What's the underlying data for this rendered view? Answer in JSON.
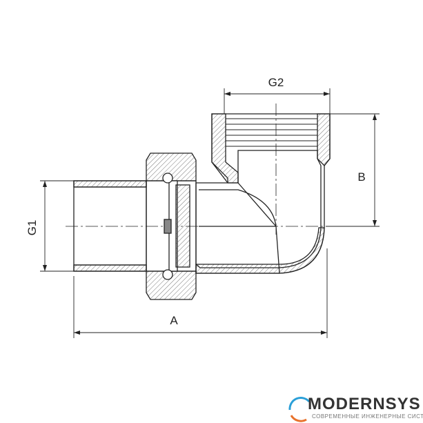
{
  "dimensions": {
    "g1": "G1",
    "g2": "G2",
    "a": "A",
    "b": "B"
  },
  "logo": {
    "word": "MODERNSYS",
    "tagline": "СОВРЕМЕННЫЕ ИНЖЕНЕРНЫЕ СИСТЕМЫ",
    "accent_blue": "#2a9fd8",
    "accent_orange": "#e8722c"
  }
}
